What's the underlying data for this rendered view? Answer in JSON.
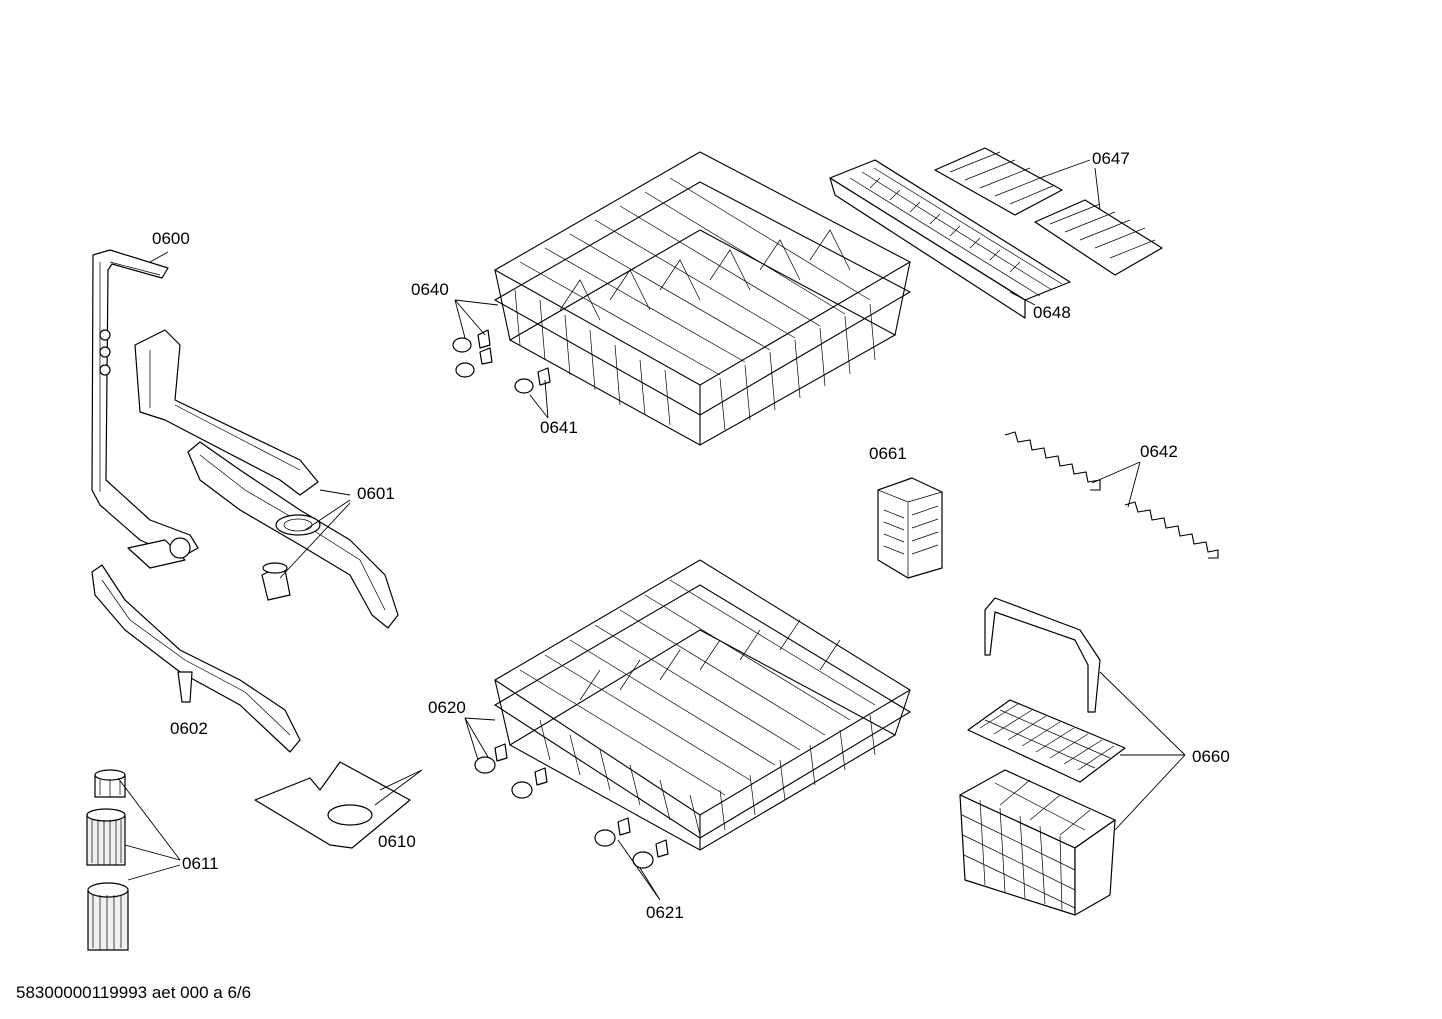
{
  "labels": {
    "p0600": "0600",
    "p0601": "0601",
    "p0602": "0602",
    "p0610": "0610",
    "p0611": "0611",
    "p0620": "0620",
    "p0621": "0621",
    "p0640": "0640",
    "p0641": "0641",
    "p0642": "0642",
    "p0647": "0647",
    "p0648": "0648",
    "p0660": "0660",
    "p0661": "0661"
  },
  "footer": {
    "doc_id": "58300000119993 aet 000 a 6/6"
  }
}
